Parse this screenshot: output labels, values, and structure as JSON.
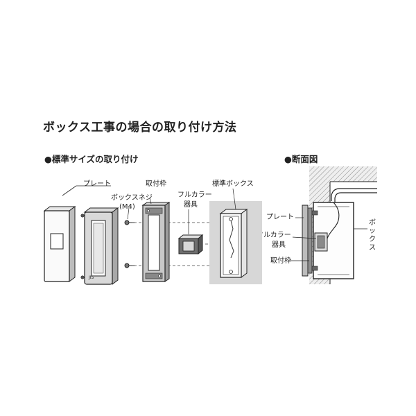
{
  "title": "ボックス工事の場合の取り付け方法",
  "section_standard": "●標準サイズの取り付け",
  "section_cross": "●断面図",
  "labels": {
    "plate": "プレート",
    "box_screw": "ボックスネジ",
    "m4": "(M4)",
    "frame": "取付枠",
    "fullcolor_1": "フルカラー",
    "fullcolor_2": "器具",
    "standard_box": "標準ボックス"
  },
  "cross_labels": {
    "plate": "プレート",
    "fullcolor_1": "フルカラー",
    "fullcolor_2": "器具",
    "frame": "取付枠",
    "box": "ボックス"
  }
}
